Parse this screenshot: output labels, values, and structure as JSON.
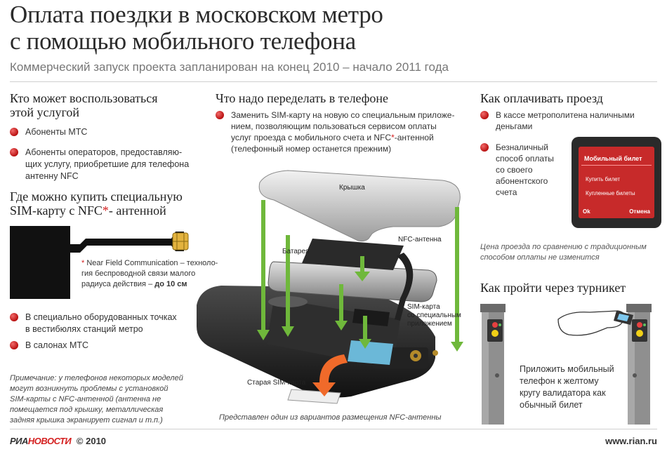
{
  "title_line1": "Оплата поездки в московском метро",
  "title_line2": "с помощью мобильного телефона",
  "subtitle": "Коммерческий запуск проекта запланирован на конец 2010 – начало 2011 года",
  "who": {
    "heading_line1": "Кто может воспользоваться",
    "heading_line2": "этой услугой",
    "items": [
      "Абоненты МТС",
      "Абоненты операторов, предоставляю-",
      "щих услугу, приобретшие для телефона",
      "антенну NFC"
    ]
  },
  "where": {
    "heading_line1": "Где можно купить специальную",
    "heading_line2_prefix": "SIM-карту с NFC",
    "heading_line2_star": "*",
    "heading_line2_suffix": "- антенной",
    "footnote_star": "*",
    "footnote_line1": " Near Field Communication – техноло-",
    "footnote_line2": "гия беспроводной связи малого",
    "footnote_line3_prefix": "радиуса действия – ",
    "footnote_line3_bold": "до 10 см",
    "items_line1a": "В специально оборудованных точках",
    "items_line1b": "в вестибюлях станций метро",
    "items_line2": "В салонах МТС"
  },
  "note": {
    "line1": "Примечание: у телефонов некоторых моделей",
    "line2": "могут возникнуть проблемы с установкой",
    "line3": "SIM-карты с NFC-антенной (антенна не",
    "line4": "помещается под крышку, металлическая",
    "line5": "задняя крышка экранирует сигнал и т.п.)"
  },
  "change": {
    "heading": "Что надо переделать в телефоне",
    "line1": "Заменить SIM-карту на новую со специальным приложе-",
    "line2": "нием, позволяющим пользоваться сервисом оплаты",
    "line3_prefix": "услуг проезда с мобильного счета и NFC",
    "line3_star": "*",
    "line3_suffix": "-антенной",
    "line4": "(телефонный номер останется прежним)",
    "labels": {
      "cover": "Крышка",
      "nfc": "NFC-антенна",
      "battery": "Батарея",
      "sim1": "SIM-карта",
      "sim2": "со специальным",
      "sim3": "приложением",
      "old_sim": "Старая SIM-карта"
    },
    "caption": "Представлен один из вариантов размещения NFC-антенны"
  },
  "pay": {
    "heading": "Как оплачивать проезд",
    "item1_line1": "В кассе метрополитена наличными",
    "item1_line2": "деньгами",
    "item2_lines": [
      "Безналичный",
      "способ оплаты",
      "со своего",
      "абонентского",
      "счета"
    ],
    "screen": {
      "title": "Мобильный билет",
      "opt1": "Купить билет",
      "opt2": "Купленные билеты",
      "ok": "Ok",
      "cancel": "Отмена"
    },
    "note_line1": "Цена проезда по сравнению с традиционным",
    "note_line2": "способом оплаты не изменится"
  },
  "turnstile": {
    "heading": "Как пройти через турникет",
    "lines": [
      "Приложить мобильный",
      "телефон к желтому",
      "кругу валидатора как",
      "обычный билет"
    ]
  },
  "footer": {
    "logo_ria": "РИА",
    "logo_novosti": "НОВОСТИ",
    "copyright": "© 2010",
    "url": "www.rian.ru"
  },
  "colors": {
    "accent_red": "#d42020",
    "arrow_green": "#6fb83b",
    "arrow_orange": "#f06a2a",
    "turnstile_gray": "#8f8f8f"
  }
}
